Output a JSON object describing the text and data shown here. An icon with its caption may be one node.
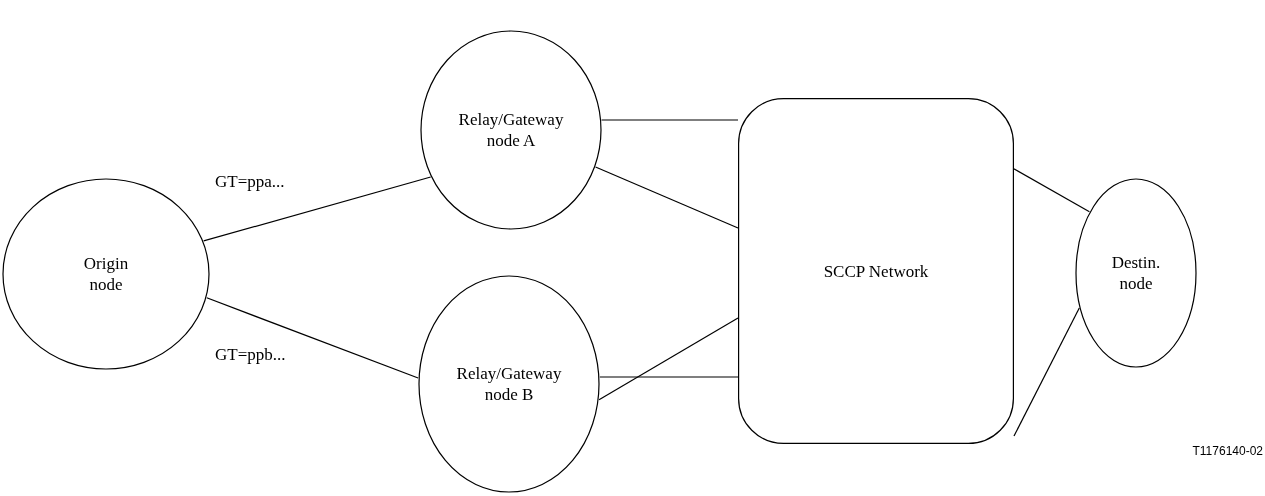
{
  "diagram": {
    "nodes": [
      {
        "text": [
          "Origin node"
        ]
      },
      {
        "text": [
          "Relay/Gateway node A"
        ]
      },
      {
        "text": [
          "Relay/Gateway node B"
        ]
      },
      {
        "text": [
          "SCCP Network"
        ]
      },
      {
        "text": [
          "Destin. node"
        ]
      }
    ],
    "edges": [
      {
        "from": 0,
        "to": 1,
        "arrow": "none",
        "label": "GT=ppa..."
      },
      {
        "from": 0,
        "to": 2,
        "arrow": "none",
        "label": "GT=ppb..."
      },
      {
        "from": 1,
        "to": 3,
        "arrow": "none"
      },
      {
        "from": 1,
        "to": 3,
        "arrow": "none"
      },
      {
        "from": 2,
        "to": 3,
        "arrow": "none"
      },
      {
        "from": 2,
        "to": 3,
        "arrow": "none"
      },
      {
        "from": 3,
        "to": 4,
        "arrow": "none"
      },
      {
        "from": 3,
        "to": 4,
        "arrow": "none"
      }
    ],
    "labels": [
      "T1176140-02"
    ]
  }
}
